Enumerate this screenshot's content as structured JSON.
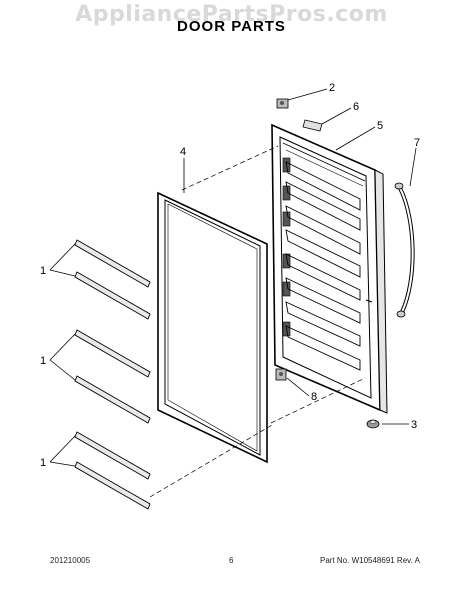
{
  "watermark": "AppliancePartsPros.com",
  "title": "DOOR PARTS",
  "callouts": {
    "c1a": "1",
    "c1b": "1",
    "c1c": "1",
    "c2": "2",
    "c3": "3",
    "c4": "4",
    "c5": "5",
    "c6": "6",
    "c7": "7",
    "c8": "8"
  },
  "footer": {
    "date_code": "201210005",
    "page": "6",
    "part_no": "Part No. W10548691  Rev. A"
  }
}
